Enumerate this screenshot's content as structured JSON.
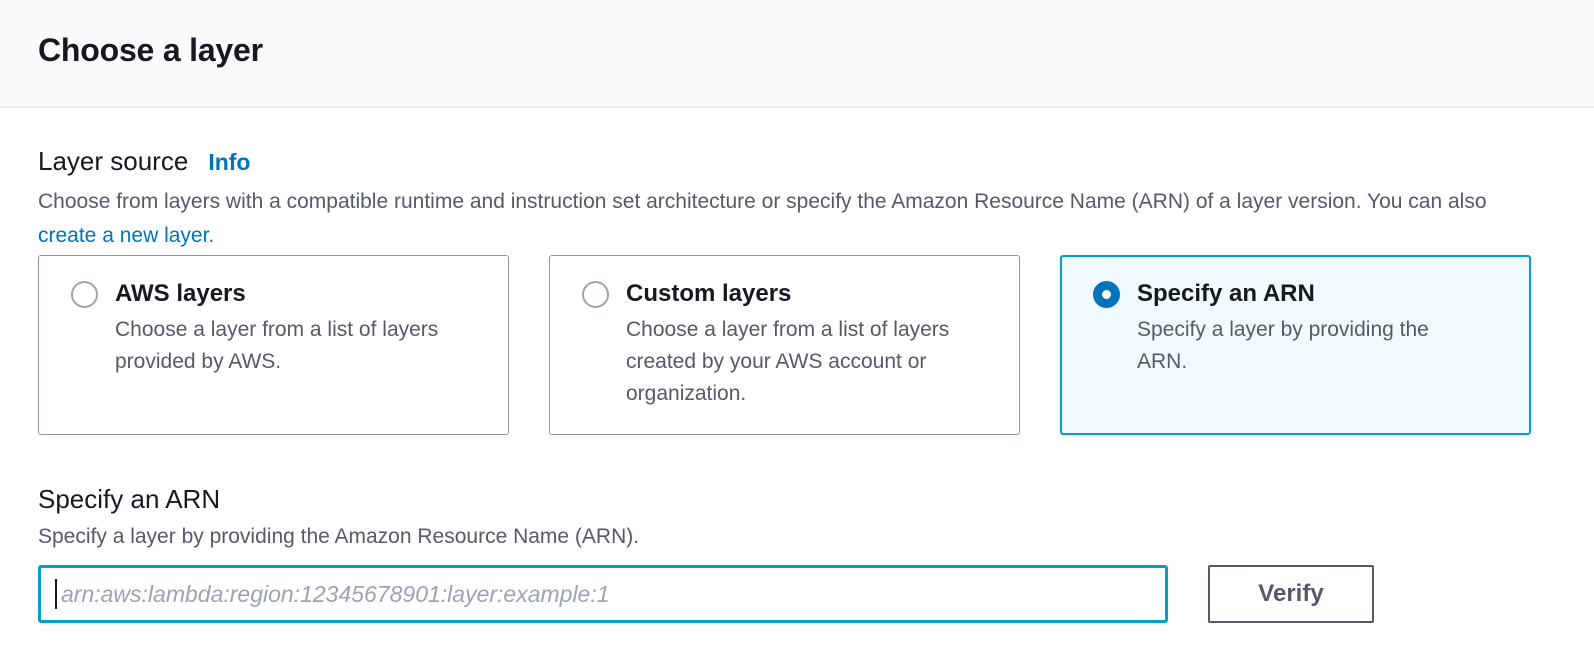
{
  "page": {
    "title": "Choose a layer"
  },
  "layer_source": {
    "label": "Layer source",
    "info_link": "Info",
    "description": "Choose from layers with a compatible runtime and instruction set architecture or specify the Amazon Resource Name (ARN) of a layer version. You can also ",
    "create_layer_link": "create a new layer."
  },
  "layer_options": [
    {
      "title": "AWS layers",
      "description": "Choose a layer from a list of layers provided by AWS.",
      "selected": false
    },
    {
      "title": "Custom layers",
      "description": "Choose a layer from a list of layers created by your AWS account or organization.",
      "selected": false
    },
    {
      "title": "Specify an ARN",
      "description": "Specify a layer by providing the ARN.",
      "selected": true
    }
  ],
  "arn_form": {
    "label": "Specify an ARN",
    "description": "Specify a layer by providing the Amazon Resource Name (ARN).",
    "input_value": "",
    "input_placeholder": "arn:aws:lambda:region:12345678901:layer:example:1",
    "verify_button": "Verify"
  },
  "colors": {
    "link_blue": "#0073bb",
    "selected_card_border": "#00a1c9",
    "selected_card_background": "#f1faff",
    "radio_checked": "#0073bb",
    "heading_text": "#16191f",
    "secondary_text": "#545b64",
    "header_background": "#fafafa",
    "divider": "#eaeded"
  }
}
